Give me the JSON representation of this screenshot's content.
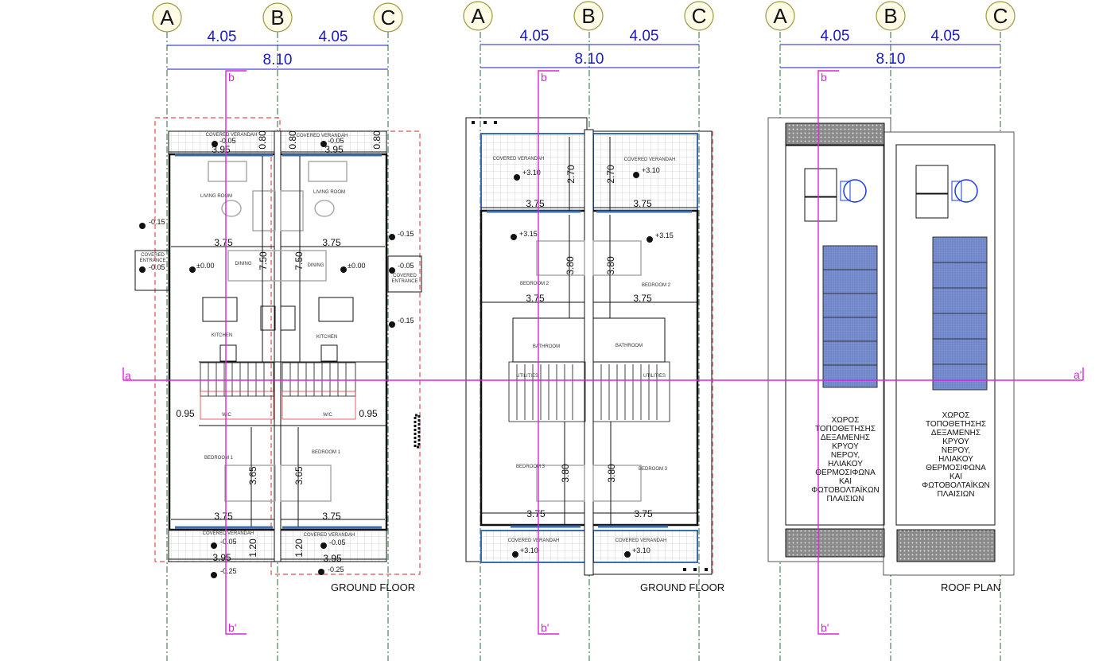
{
  "axes": [
    "A",
    "B",
    "C"
  ],
  "dims": {
    "half": "4.05",
    "total": "8.10"
  },
  "section": {
    "a": "a",
    "a_prime": "a'",
    "b": "b",
    "b_prime": "b'"
  },
  "colors": {
    "section_line": "#e020e0",
    "dimension": "#1a1acc",
    "boundary": "#e05050",
    "window": "#3a6db0",
    "solar_panel": "#6f86c9"
  },
  "plan1": {
    "title": "GROUND FLOOR",
    "covered_verandah": "COVERED VERANDAH",
    "covered_entrance_1": "COVERED",
    "covered_entrance_2": "ENTRANCE",
    "living_room": "LIVING ROOM",
    "dining": "DINING",
    "kitchen": "KITCHEN",
    "wc": "W/C",
    "bedroom1": "BEDROOM 1",
    "lv_m005": "-0.05",
    "lv_m015": "-0.15",
    "lv_000": "±0.00",
    "lv_m025": "-0.25",
    "d_395": "3.95",
    "d_080": "0.80",
    "d_375": "3.75",
    "d_750": "7.50",
    "d_095": "0.95",
    "d_365": "3.65",
    "d_120": "1.20"
  },
  "plan2": {
    "title": "GROUND FLOOR",
    "covered_verandah": "COVERED VERANDAH",
    "bedroom2": "BEDROOM 2",
    "bedroom3": "BEDROOM 3",
    "bathroom": "BATHROOM",
    "utilities": "UTILITIES",
    "lv_310": "+3.10",
    "lv_315": "+3.15",
    "d_270": "2.70",
    "d_375": "3.75",
    "d_380": "3.80"
  },
  "plan3": {
    "title": "ROOF PLAN",
    "note_lines": [
      "ΧΩΡΟΣ",
      "ΤΟΠΟΘΕΤΗΣΗΣ",
      "ΔΕΞΑΜΕΝΗΣ",
      "ΚΡΥΟΥ",
      "ΝΕΡΟΥ,",
      "ΗΛΙΑΚΟΥ",
      "ΘΕΡΜΟΣΙΦΩΝΑ",
      "ΚΑΙ",
      "ΦΩΤΟΒΟΛΤΑΪΚΩΝ",
      "ΠΛΑΙΣΙΩΝ"
    ]
  }
}
